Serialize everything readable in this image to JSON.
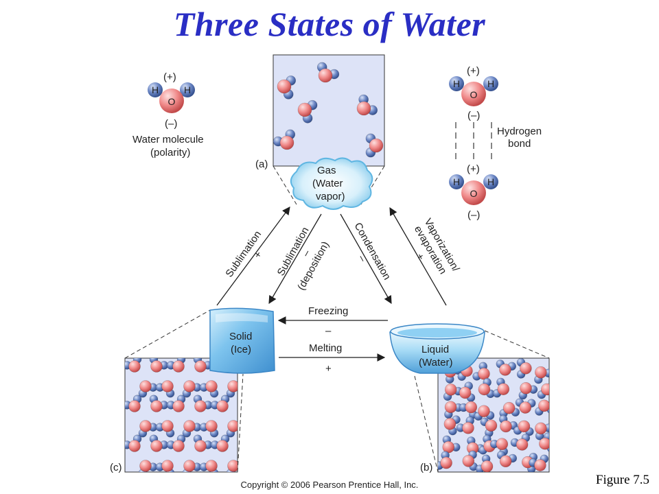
{
  "title": "Three States of Water",
  "figure_label": "Figure  7.5",
  "copyright": "Copyright © 2006 Pearson Prentice Hall, Inc.",
  "molecule": {
    "hydrogen": "H",
    "oxygen": "O",
    "positive": "(+)",
    "negative": "(–)",
    "caption_line1": "Water molecule",
    "caption_line2": "(polarity)"
  },
  "hydrogen_bond": {
    "line1": "Hydrogen",
    "line2": "bond"
  },
  "states": {
    "gas": {
      "line1": "Gas",
      "line2": "(Water",
      "line3": "vapor)",
      "panel": "(a)"
    },
    "solid": {
      "line1": "Solid",
      "line2": "(Ice)",
      "panel": "(c)"
    },
    "liquid": {
      "line1": "Liquid",
      "line2": "(Water)",
      "panel": "(b)"
    }
  },
  "transitions": {
    "sublimation": {
      "label": "Sublimation",
      "sign": "+"
    },
    "deposition": {
      "label1": "Sublimation",
      "sign": "–",
      "label2": "(deposition)"
    },
    "condensation": {
      "label": "Condensation",
      "sign": "–"
    },
    "vaporization": {
      "label1": "Vaporization/",
      "label2": "evaporation",
      "sign": "+"
    },
    "freezing": {
      "label": "Freezing",
      "sign": "–"
    },
    "melting": {
      "label": "Melting",
      "sign": "+"
    }
  },
  "colors": {
    "title": "#2a2ec4",
    "oxygen": "#f08a8a",
    "hydrogen": "#6b86c4",
    "panel_bg": "#dde3f7",
    "ice": "#7ec4ee",
    "gas_cloud": "#d8f0fb"
  }
}
